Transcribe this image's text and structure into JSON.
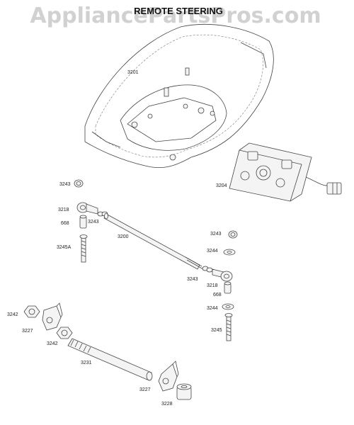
{
  "watermark": "AppliancePartsPros.com",
  "title": "REMOTE STEERING",
  "part_labels": {
    "p3201": "3201",
    "p3204": "3204",
    "p3243a": "3243",
    "p3218a": "3218",
    "p3243b": "3243",
    "p668a": "668",
    "p3200": "3200",
    "p3245a": "3245A",
    "p3243c": "3243",
    "p3244a": "3244",
    "p3243d": "3243",
    "p3218b": "3218",
    "p668b": "668",
    "p3244b": "3244",
    "p3245": "3245",
    "p3242a": "3242",
    "p3227a": "3227",
    "p3242b": "3242",
    "p3231": "3231",
    "p3227b": "3227",
    "p3228": "3228"
  },
  "colors": {
    "line": "#444444",
    "watermark": "#c9c9c9",
    "background": "#ffffff"
  }
}
